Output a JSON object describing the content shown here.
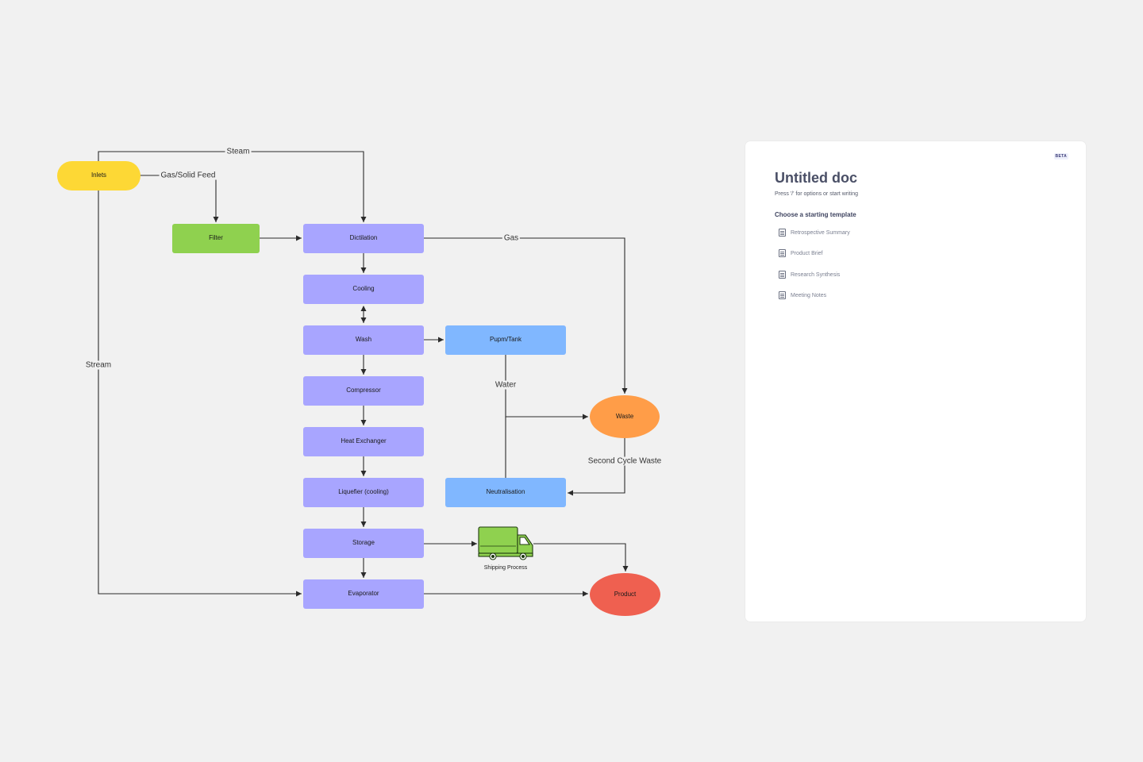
{
  "diagram": {
    "nodes": {
      "inlets": "Inlets",
      "filter": "Filter",
      "distillation": "Dictilation",
      "cooling": "Cooling",
      "wash": "Wash",
      "pump_tank": "Pupm/Tank",
      "compressor": "Compressor",
      "heat_exchanger": "Heat Exchanger",
      "liquefier": "Liquefier (cooling)",
      "storage": "Storage",
      "evaporator": "Evaporator",
      "waste": "Waste",
      "neutralisation": "Neutralisation",
      "product": "Product"
    },
    "edge_labels": {
      "steam": "Steam",
      "gas_solid_feed": "Gas/Solid Feed",
      "gas": "Gas",
      "stream": "Stream",
      "water": "Water",
      "second_cycle_waste": "Second Cycle Waste"
    },
    "shipping_label": "Shipping Process",
    "colors": {
      "inlets": "#fdd835",
      "filter": "#8fd14f",
      "process": "#a8a5ff",
      "blue": "#80b7ff",
      "waste": "#ff9d48",
      "product": "#ef6050",
      "truck": "#8fd14f"
    }
  },
  "doc": {
    "badge": "BETA",
    "title": "Untitled doc",
    "hint": "Press '/' for options or start writing",
    "templates_heading": "Choose a starting template",
    "templates": [
      "Retrospective Summary",
      "Product Brief",
      "Research Synthesis",
      "Meeting Notes"
    ]
  }
}
